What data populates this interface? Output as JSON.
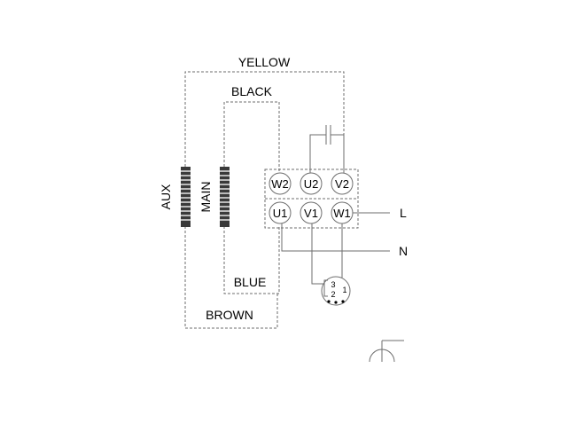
{
  "wire_colors": {
    "yellow": "YELLOW",
    "black": "BLACK",
    "blue": "BLUE",
    "brown": "BROWN"
  },
  "windings": {
    "aux": "AUX",
    "main": "MAIN"
  },
  "terminals": {
    "top": [
      "W2",
      "U2",
      "V2"
    ],
    "bottom": [
      "U1",
      "V1",
      "W1"
    ]
  },
  "supply": {
    "line": "L",
    "neutral": "N"
  },
  "thermal_protector": {
    "pins": [
      "3",
      "2",
      "1"
    ]
  },
  "colors": {
    "wire": "#6e6e6e",
    "coil": "#3a3a3a",
    "text": "#000000"
  }
}
